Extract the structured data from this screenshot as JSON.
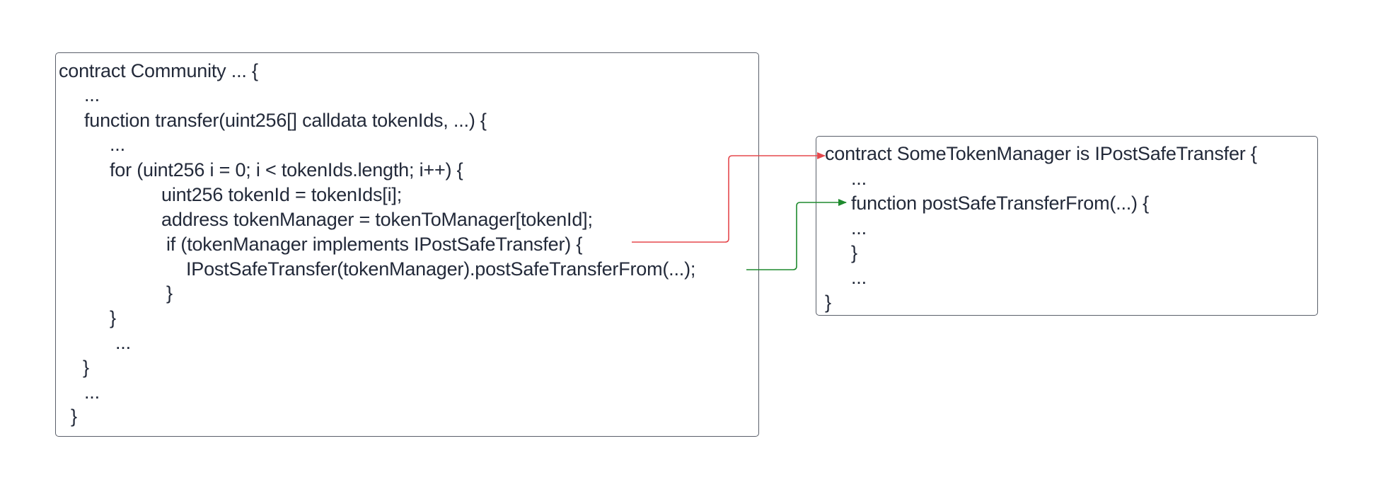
{
  "community": {
    "lines": [
      "contract Community ... {",
      "...",
      "function transfer(uint256[] calldata tokenIds, ...) {",
      "...",
      "for (uint256 i = 0; i < tokenIds.length; i++) {",
      "uint256 tokenId = tokenIds[i];",
      "address tokenManager = tokenToManager[tokenId];",
      "if (tokenManager implements IPostSafeTransfer) {",
      "IPostSafeTransfer(tokenManager).postSafeTransferFrom(...);",
      "}",
      "}",
      "...",
      "}",
      "...",
      "}"
    ]
  },
  "manager": {
    "lines": [
      "contract SomeTokenManager is IPostSafeTransfer {",
      "...",
      "function postSafeTransferFrom(...) {",
      "...",
      "}",
      "...",
      "}"
    ]
  },
  "colors": {
    "red_arrow": "#e5484d",
    "green_arrow": "#1e8a2e",
    "text": "#232a3a",
    "border": "#5a5f6a"
  }
}
